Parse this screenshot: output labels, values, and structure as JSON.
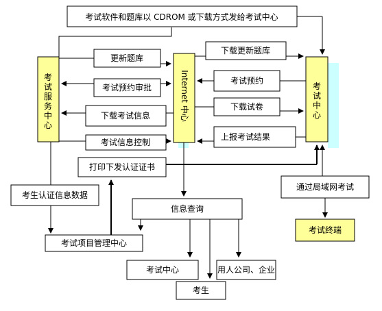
{
  "diagram": {
    "top_banner": "考试软件和题库以 CDROM 或下载方式发给考试中心",
    "left_center": [
      "考",
      "试",
      "服",
      "务",
      "中",
      "心"
    ],
    "mid_center": "Internet 中心",
    "right_center": [
      "考",
      "试",
      "中",
      "心"
    ],
    "left_flows": [
      "更新题库",
      "考试预约审批",
      "下载考试信息",
      "考试信息控制"
    ],
    "right_flows": [
      "下载更新题库",
      "考试预约",
      "下载试卷",
      "上报考试结果"
    ],
    "print_cert": "打印下发认证证书",
    "cert_data": "考生认证信息数据",
    "project_center": "考试项目管理中心",
    "info_query": "信息查询",
    "query_exam_center": "考试中心",
    "query_companies": "用人公司、企业",
    "query_candidate": "考生",
    "lan_exam": "通过局域网考试",
    "exam_terminal": "考试终端",
    "colors": {
      "yellow": "#ffff99",
      "cyan": "#ccffff",
      "olive": "#ffff99"
    }
  }
}
